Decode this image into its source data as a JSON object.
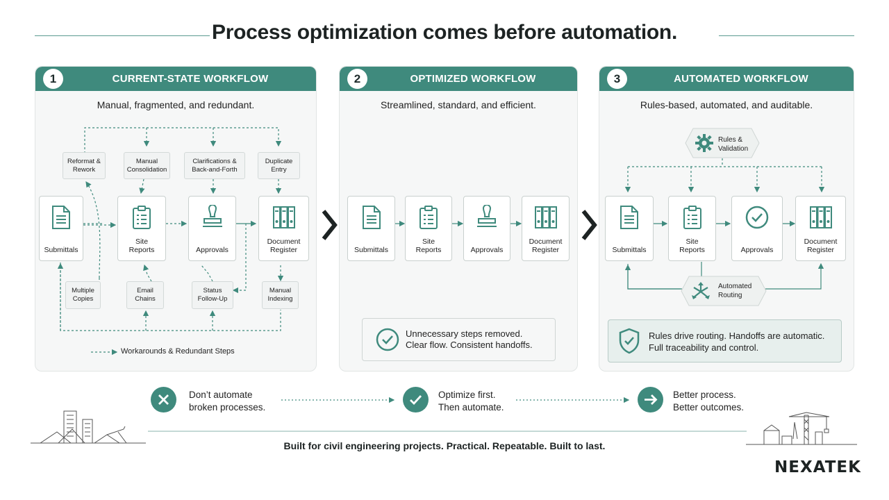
{
  "title": "Process optimization comes before automation.",
  "colors": {
    "accent": "#3f8a7d",
    "dark": "#1d2323",
    "panel_bg": "#f6f7f7"
  },
  "panels": [
    {
      "number": "1",
      "heading": "CURRENT-STATE WORKFLOW",
      "subtitle": "Manual, fragmented, and redundant.",
      "nodes": [
        {
          "label": "Submittals",
          "icon": "document-icon"
        },
        {
          "label": "Site Reports",
          "icon": "clipboard-icon"
        },
        {
          "label": "Approvals",
          "icon": "stamp-icon"
        },
        {
          "label": "Document Register",
          "icon": "binders-icon"
        }
      ],
      "top_issues": [
        "Reformat & Rework",
        "Manual Consolidation",
        "Clarifications & Back-and-Forth",
        "Duplicate Entry"
      ],
      "bottom_issues": [
        "Multiple Copies",
        "Email Chains",
        "Status Follow-Up",
        "Manual Indexing"
      ],
      "legend": "Workarounds & Redundant Steps"
    },
    {
      "number": "2",
      "heading": "OPTIMIZED WORKFLOW",
      "subtitle": "Streamlined, standard, and efficient.",
      "nodes": [
        {
          "label": "Submittals",
          "icon": "document-icon"
        },
        {
          "label": "Site Reports",
          "icon": "clipboard-icon"
        },
        {
          "label": "Approvals",
          "icon": "stamp-icon"
        },
        {
          "label": "Document Register",
          "icon": "binders-icon"
        }
      ],
      "note_line1": "Unnecessary steps removed.",
      "note_line2": "Clear flow. Consistent handoffs."
    },
    {
      "number": "3",
      "heading": "AUTOMATED WORKFLOW",
      "subtitle": "Rules-based, automated, and auditable.",
      "nodes": [
        {
          "label": "Submittals",
          "icon": "document-icon"
        },
        {
          "label": "Site Reports",
          "icon": "clipboard-icon"
        },
        {
          "label": "Approvals",
          "icon": "check-circle-icon"
        },
        {
          "label": "Document Register",
          "icon": "binders-icon"
        }
      ],
      "rules_label": "Rules & Validation",
      "routing_label": "Automated Routing",
      "note_line1": "Rules drive routing. Handoffs are automatic.",
      "note_line2": "Full traceability and control."
    }
  ],
  "bottom": [
    {
      "icon": "x-icon",
      "line1": "Don’t automate",
      "line2": "broken processes."
    },
    {
      "icon": "check-icon",
      "line1": "Optimize first.",
      "line2": "Then automate."
    },
    {
      "icon": "arrow-right-icon",
      "line1": "Better process.",
      "line2": "Better outcomes."
    }
  ],
  "footer": "Built for civil engineering projects. Practical. Repeatable. Built to last.",
  "logo": "NEXATEK"
}
